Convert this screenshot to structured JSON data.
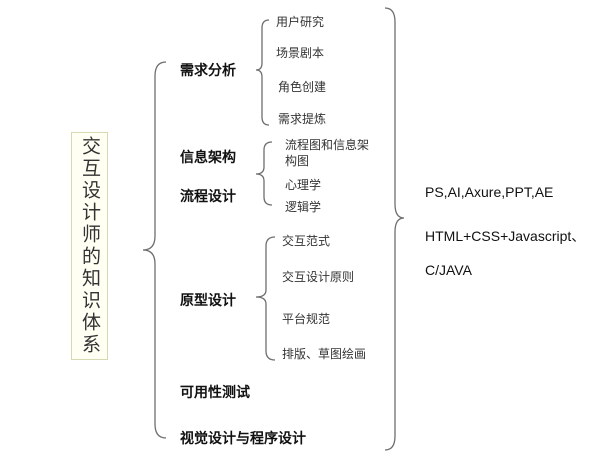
{
  "title": "交互设计师的知识体系",
  "categories": [
    {
      "label": "需求分析",
      "items": [
        "用户研究",
        "场景剧本",
        "角色创建",
        "需求提炼"
      ]
    },
    {
      "label": "信息架构",
      "items": []
    },
    {
      "label": "流程设计",
      "items": [
        "流程图和信息架",
        "构图",
        "心理学",
        "逻辑学"
      ]
    },
    {
      "label": "原型设计",
      "items": [
        "交互范式",
        "交互设计原则",
        "平台规范",
        "排版、草图绘画"
      ]
    },
    {
      "label": "可用性测试",
      "items": []
    },
    {
      "label": "视觉设计与程序设计",
      "items": []
    }
  ],
  "tools": [
    "PS,AI,Axure,PPT,AE",
    "HTML+CSS+Javascript、",
    "C/JAVA"
  ],
  "colors": {
    "brace": "#6e6e6e",
    "title_border": "#d6dab0",
    "title_bg": "#fffff4"
  }
}
